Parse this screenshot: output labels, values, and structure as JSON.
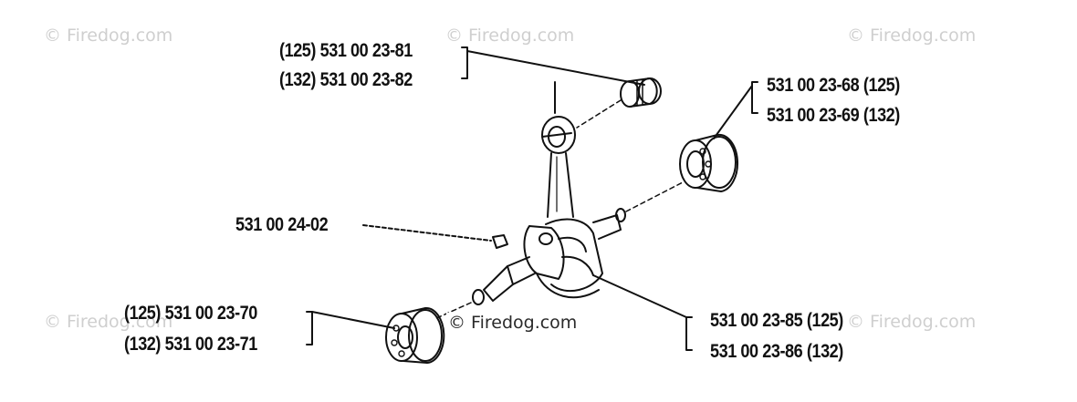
{
  "watermark": {
    "text": "© Firedog.com"
  },
  "labels": {
    "needle_bearing_125": "(125) 531 00 23-81",
    "needle_bearing_132": "(132) 531 00 23-82",
    "right_bearing_125": "531 00 23-68 (125)",
    "right_bearing_132": "531 00 23-69 (132)",
    "key": "531 00 24-02",
    "left_bearing_125": "(125) 531 00 23-70",
    "left_bearing_132": "(132) 531 00 23-71",
    "crankshaft_125": "531 00 23-85 (125)",
    "crankshaft_132": "531 00 23-86 (132)"
  },
  "colors": {
    "ink": "#111111",
    "watermark": "#cfcfcf"
  }
}
